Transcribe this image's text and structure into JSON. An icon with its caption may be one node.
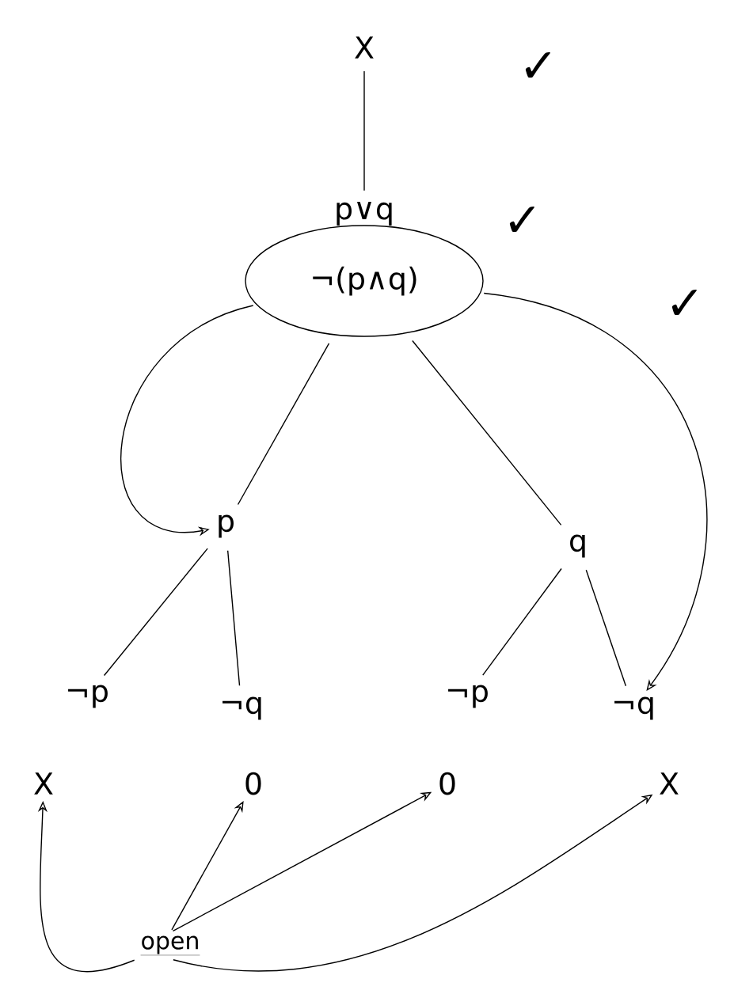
{
  "diagram": {
    "nodes": [
      {
        "text": [
          "X"
        ]
      },
      {
        "text": [
          "p∨q"
        ]
      },
      {
        "text": [
          "¬(p∧q)"
        ]
      },
      {
        "text": [
          "p"
        ]
      },
      {
        "text": [
          "q"
        ]
      },
      {
        "text": [
          "¬p"
        ]
      },
      {
        "text": [
          "¬q"
        ]
      },
      {
        "text": [
          "¬p"
        ]
      },
      {
        "text": [
          "¬q"
        ]
      },
      {
        "text": [
          "X"
        ]
      },
      {
        "text": [
          "0"
        ]
      },
      {
        "text": [
          "0"
        ]
      },
      {
        "text": [
          "X"
        ]
      },
      {
        "text": [
          "open"
        ]
      }
    ],
    "edges": [
      {
        "from": 0,
        "to": 1,
        "arrow": "none"
      },
      {
        "from": 2,
        "to": 3,
        "arrow": "none"
      },
      {
        "from": 2,
        "to": 4,
        "arrow": "none"
      },
      {
        "from": 3,
        "to": 5,
        "arrow": "none"
      },
      {
        "from": 3,
        "to": 6,
        "arrow": "none"
      },
      {
        "from": 4,
        "to": 7,
        "arrow": "none"
      },
      {
        "from": 4,
        "to": 8,
        "arrow": "none"
      },
      {
        "from": 2,
        "to": 3,
        "arrow": "to"
      },
      {
        "from": 2,
        "to": 8,
        "arrow": "to"
      },
      {
        "from": 13,
        "to": 10,
        "arrow": "to"
      },
      {
        "from": 13,
        "to": 11,
        "arrow": "to"
      },
      {
        "from": 13,
        "to": 9,
        "arrow": "to"
      },
      {
        "from": 13,
        "to": 12,
        "arrow": "to"
      }
    ],
    "labels": [
      "✓",
      "✓",
      "✓"
    ]
  }
}
